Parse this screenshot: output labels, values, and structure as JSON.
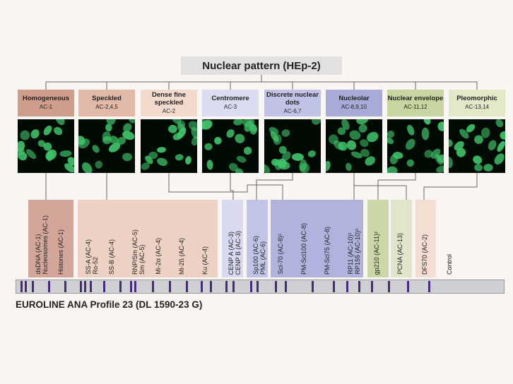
{
  "title": "Nuclear pattern (HEp-2)",
  "patterns": [
    {
      "name": "Homogeneous",
      "code": "AC-1",
      "color": "#cf9d8c"
    },
    {
      "name": "Speckled",
      "code": "AC-2,4,5",
      "color": "#e1b9a8"
    },
    {
      "name": "Dense fine speckled",
      "code": "AC-2",
      "color": "#f2dacd"
    },
    {
      "name": "Centromere",
      "code": "AC-3",
      "color": "#dcdcf0"
    },
    {
      "name": "Discrete nuclear dots",
      "code": "AC-6,7",
      "color": "#c1c3e6"
    },
    {
      "name": "Nucleolar",
      "code": "AC-8,9,10",
      "color": "#a8abd8"
    },
    {
      "name": "Nuclear envelope",
      "code": "AC-11,12",
      "color": "#c7d5a0"
    },
    {
      "name": "Pleomorphic",
      "code": "AC-13,14",
      "color": "#e3e8c9"
    }
  ],
  "antigen_groups": [
    {
      "color": "#d4a69a",
      "labels": [
        "dsDNA (AC-1)\nNucleosomes (AC-1)",
        "Histones (AC-1)"
      ]
    },
    {
      "color": "#ecd1c4",
      "labels": [
        "SS-A (AC-4)\nRo-52",
        "SS-B (AC-4)",
        "RNP/Sm (AC-5)\nSm (AC-5)",
        "Mi-2α (AC-4)",
        "Mi-2ß (AC-4)",
        "Ku (AC-4)"
      ]
    },
    {
      "color": "#d9d9ef",
      "labels": [
        "CENP A (AC-3)\nCENP B (AC-3)"
      ]
    },
    {
      "color": "#c2c4e7",
      "labels": [
        "Sp100 (AC-6)\nPML (AC-6)"
      ]
    },
    {
      "color": "#b0b3de",
      "labels": [
        "Scl-70 (AC-8)²",
        "PM-Scl100 (AC-8)",
        "PM-Scl75 (AC-8)",
        "RP11 (AC-10)²\nRP155 (AC-10)²"
      ]
    },
    {
      "color": "#cbd7a6",
      "labels": [
        "gp210 (AC-11)²"
      ]
    },
    {
      "color": "#e1e5ca",
      "labels": [
        "PCNA (AC-13)"
      ]
    },
    {
      "color": "#f2dfd2",
      "labels": [
        "DFS70 (AC-2)"
      ]
    },
    {
      "color": "",
      "labels": [
        "Control"
      ]
    }
  ],
  "product": "EUROLINE ANA Profile 23 (DL 1590-23 G)"
}
